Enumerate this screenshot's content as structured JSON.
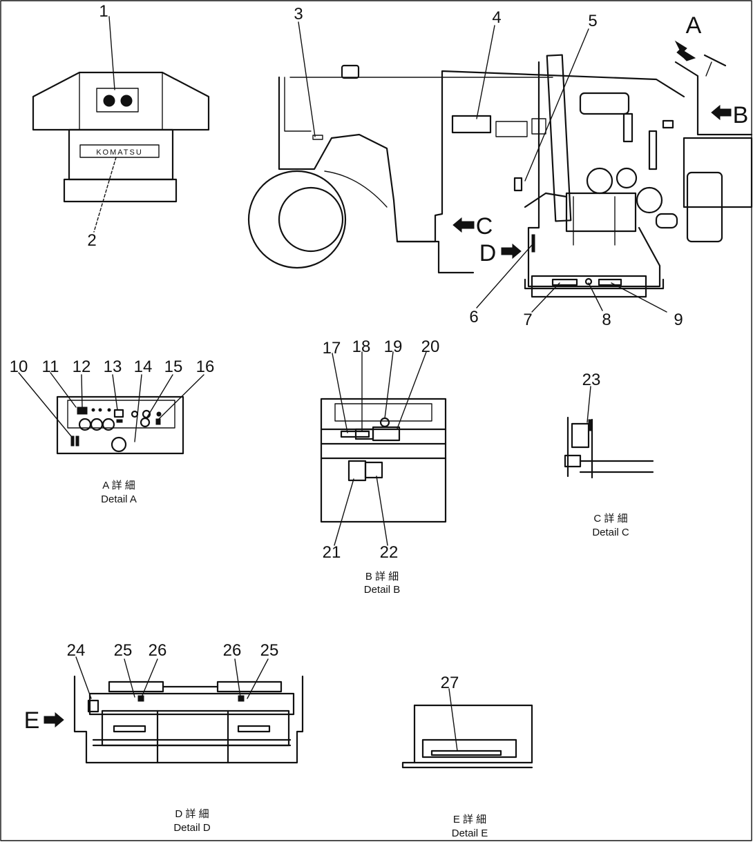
{
  "brand_plate_text": "KOMATSU",
  "view_arrows": [
    {
      "id": "A",
      "label": "A"
    },
    {
      "id": "B",
      "label": "B"
    },
    {
      "id": "C",
      "label": "C"
    },
    {
      "id": "D",
      "label": "D"
    },
    {
      "id": "E",
      "label": "E"
    }
  ],
  "part_numbers": [
    "1",
    "2",
    "3",
    "4",
    "5",
    "6",
    "7",
    "8",
    "9",
    "10",
    "11",
    "12",
    "13",
    "14",
    "15",
    "16",
    "17",
    "18",
    "19",
    "20",
    "21",
    "22",
    "23",
    "24",
    "25",
    "26",
    "27"
  ],
  "details": [
    {
      "id": "A",
      "caption_jp": "A 詳 細",
      "caption_en": "Detail A"
    },
    {
      "id": "B",
      "caption_jp": "B 詳 細",
      "caption_en": "Detail B"
    },
    {
      "id": "C",
      "caption_jp": "C 詳 細",
      "caption_en": "Detail C"
    },
    {
      "id": "D",
      "caption_jp": "D 詳 細",
      "caption_en": "Detail D"
    },
    {
      "id": "E",
      "caption_jp": "E 詳 細",
      "caption_en": "Detail E"
    }
  ]
}
